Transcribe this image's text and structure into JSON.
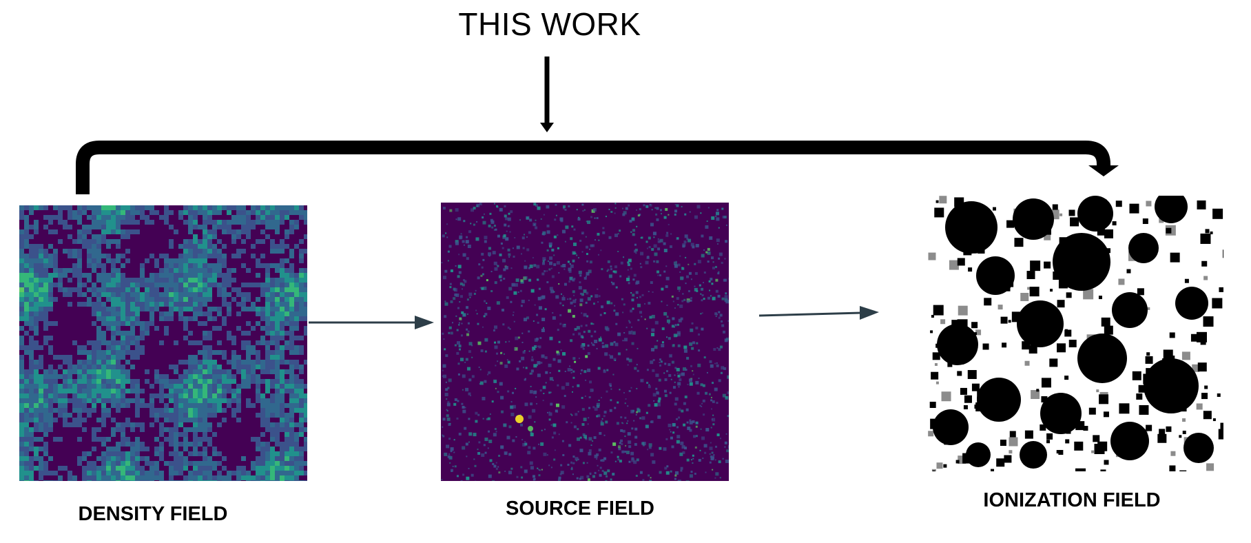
{
  "top_label": "THIS WORK",
  "panels": [
    {
      "id": "density",
      "label": "DENSITY FIELD",
      "colormap": "viridis"
    },
    {
      "id": "source",
      "label": "SOURCE FIELD",
      "colormap": "viridis-sparse"
    },
    {
      "id": "ionization",
      "label": "IONIZATION FIELD",
      "colormap": "binary"
    }
  ],
  "colors": {
    "viridis_dark": "#440154",
    "viridis_blue": "#3b528b",
    "viridis_teal": "#21918c",
    "viridis_green": "#5ec962",
    "viridis_yellow": "#fde725",
    "arrow_dark": "#2d3e48",
    "ink": "#000000",
    "paper": "#ffffff"
  }
}
